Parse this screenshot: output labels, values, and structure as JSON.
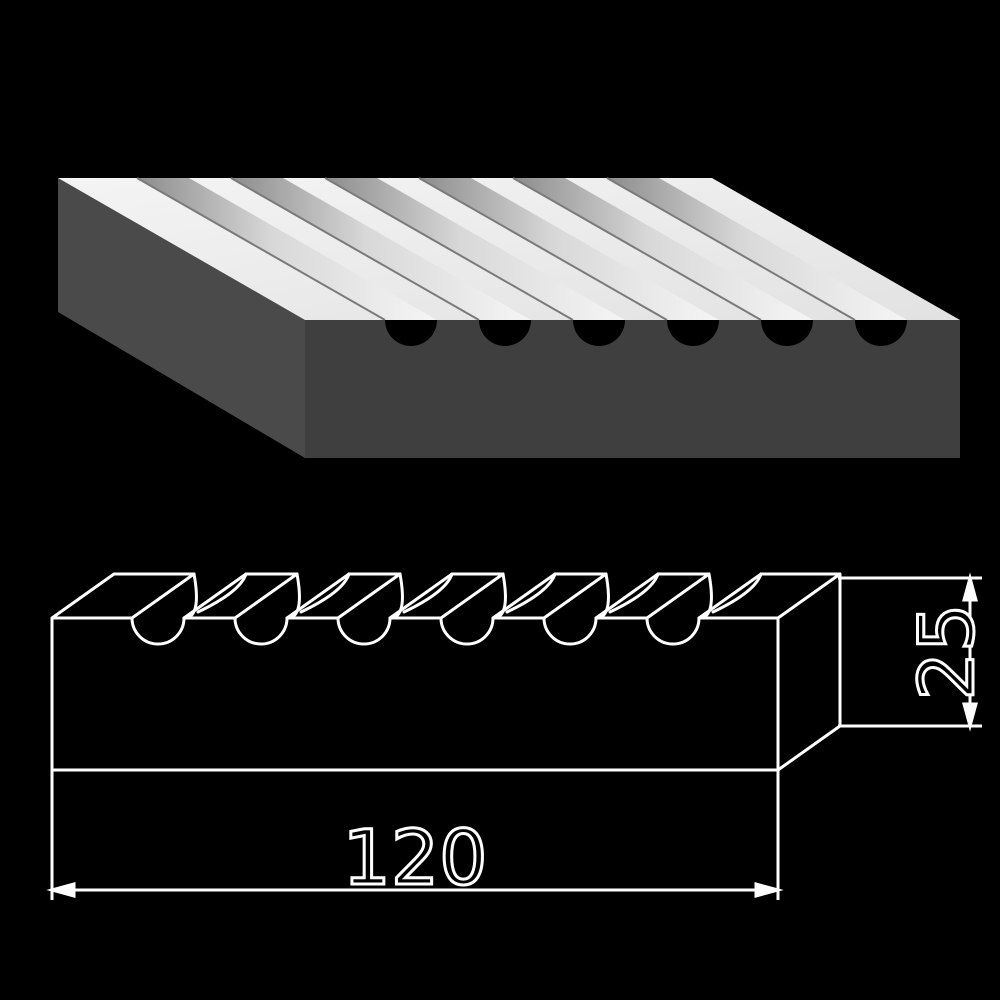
{
  "colors": {
    "background": "#000000",
    "top_surface_light": "#f2f2f2",
    "top_surface_mid": "#cfcfcf",
    "groove_shadow": "#9a9a9a",
    "front_face": "#3f3f3f",
    "side_face": "#4b4b4b",
    "line_art": "#ffffff"
  },
  "part": {
    "groove_count": 6
  },
  "dimensions": {
    "width_label": "120",
    "height_label": "25"
  }
}
